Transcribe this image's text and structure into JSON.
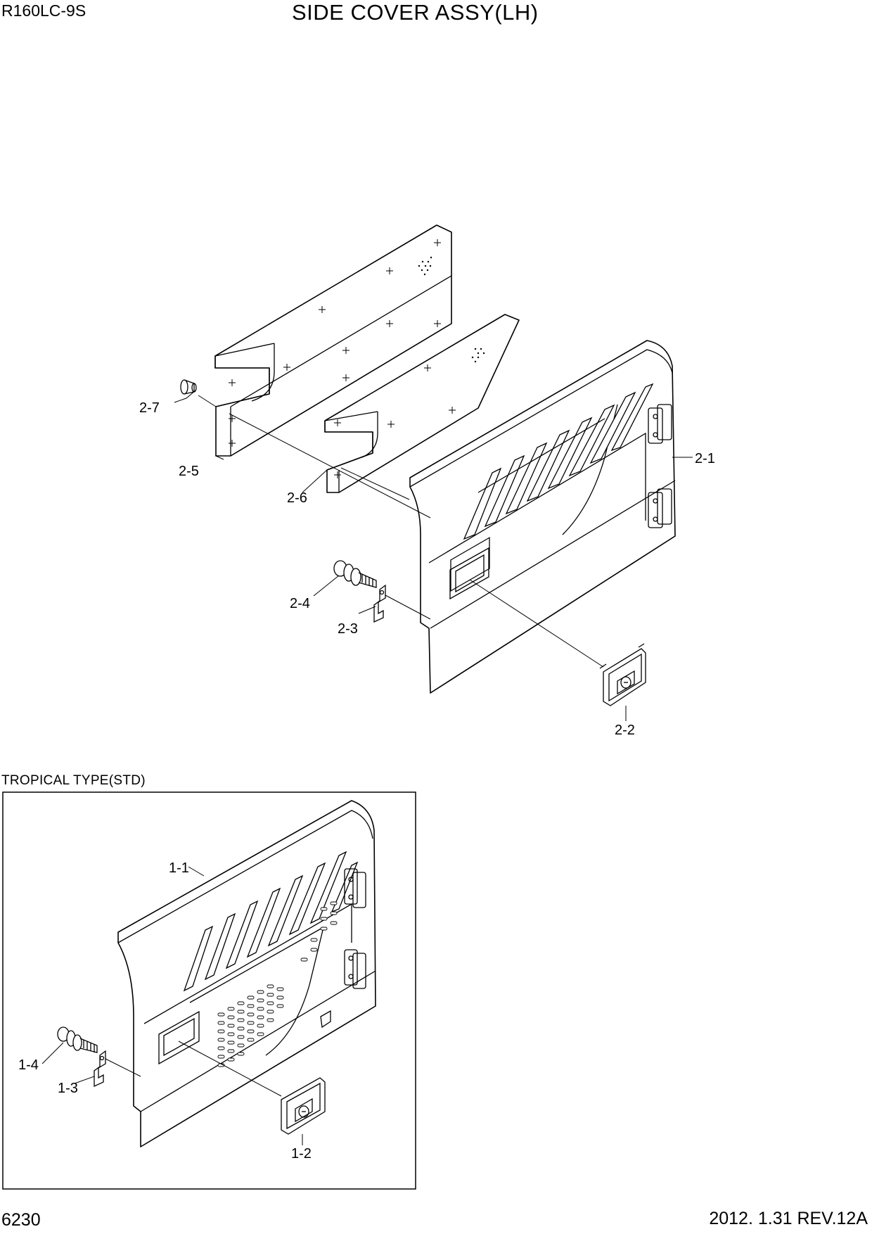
{
  "header": {
    "model": "R160LC-9S",
    "title": "SIDE COVER ASSY(LH)"
  },
  "inset": {
    "caption": "TROPICAL TYPE(STD)"
  },
  "callouts": {
    "p2_1": "2-1",
    "p2_2": "2-2",
    "p2_3": "2-3",
    "p2_4": "2-4",
    "p2_5": "2-5",
    "p2_6": "2-6",
    "p2_7": "2-7",
    "p1_1": "1-1",
    "p1_2": "1-2",
    "p1_3": "1-3",
    "p1_4": "1-4"
  },
  "footer": {
    "page_number": "6230",
    "revision": "2012. 1.31  REV.12A"
  }
}
